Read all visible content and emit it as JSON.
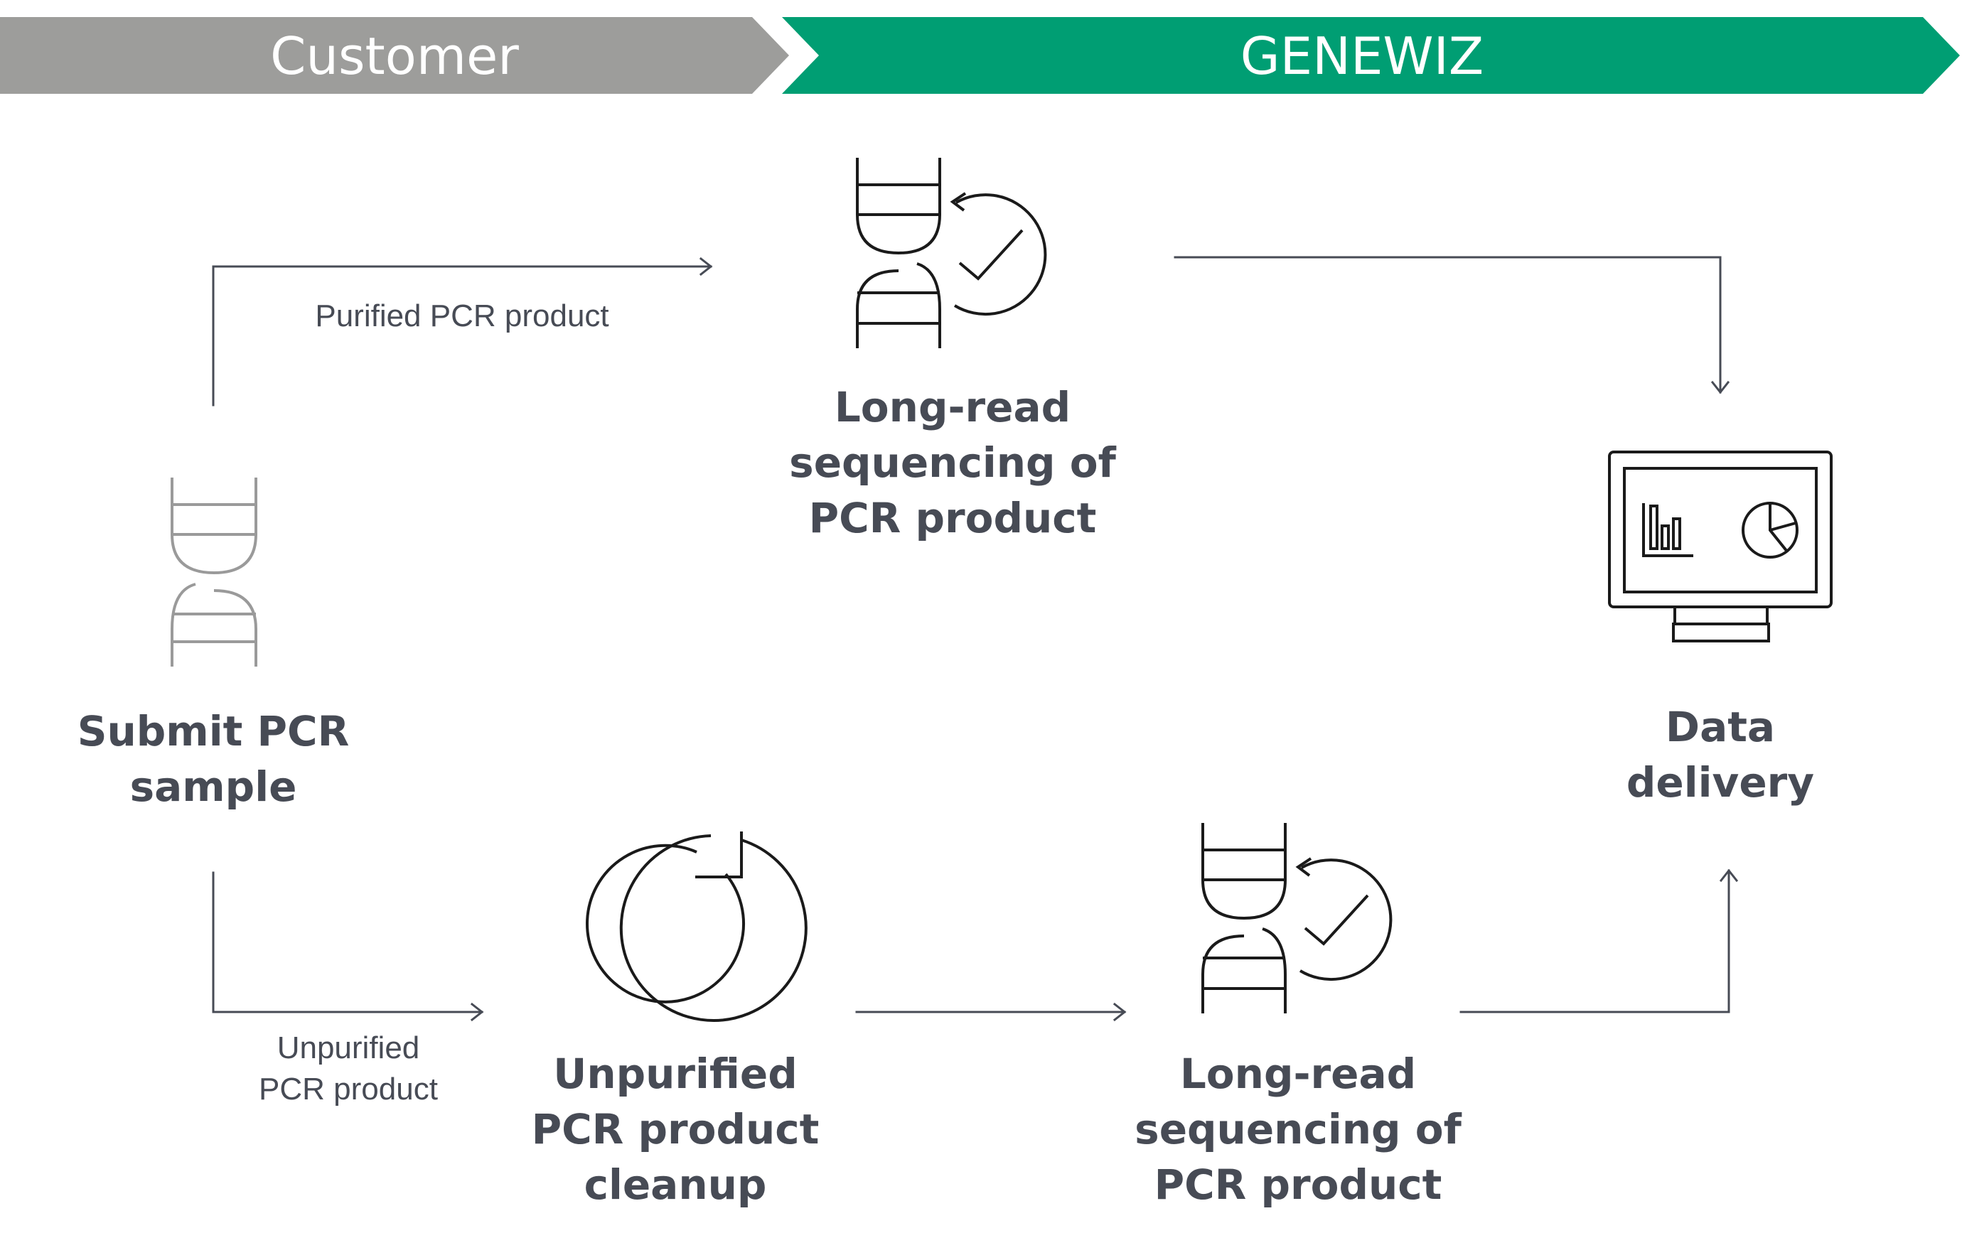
{
  "banner": {
    "customer": "Customer",
    "provider": "GENEWIZ",
    "customer_color": "#9d9d9b",
    "provider_color": "#009e73"
  },
  "steps": {
    "submit": [
      "Submit PCR",
      "sample"
    ],
    "long_read_top": [
      "Long-read",
      "sequencing of",
      "PCR product"
    ],
    "data_delivery": [
      "Data",
      "delivery"
    ],
    "cleanup": [
      "Unpurified",
      "PCR product",
      "cleanup"
    ],
    "long_read_bottom": [
      "Long-read",
      "sequencing of",
      "PCR product"
    ]
  },
  "edges": {
    "purified": "Purified PCR product",
    "unpurified": [
      "Unpurified",
      "PCR product"
    ]
  },
  "icons": {
    "submit": "dna-icon",
    "long_read_top": "dna-sequencing-check-icon",
    "data_delivery": "monitor-charts-icon",
    "cleanup": "cleanup-cycle-icon",
    "long_read_bottom": "dna-sequencing-check-icon"
  },
  "colors": {
    "text": "#474b55",
    "line": "#474b55",
    "icon": "#1a1a1a",
    "icon_muted": "#9a9a9a"
  }
}
